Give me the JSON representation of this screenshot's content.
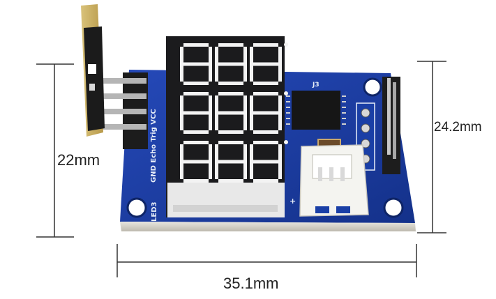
{
  "dimensions": {
    "height_left": "22mm",
    "height_right": "24.2mm",
    "width_bottom": "35.1mm"
  },
  "board": {
    "pin_labels": "GND Echo Trig VCC",
    "led_label": "LED3",
    "chip_label": "J3",
    "plus_label": "+",
    "pcb_color": "#1a3fa6",
    "display_color": "#1b1b1d",
    "segment_color": "#f3f3f3"
  },
  "display": {
    "digits_per_row": 3,
    "rows": 3
  }
}
